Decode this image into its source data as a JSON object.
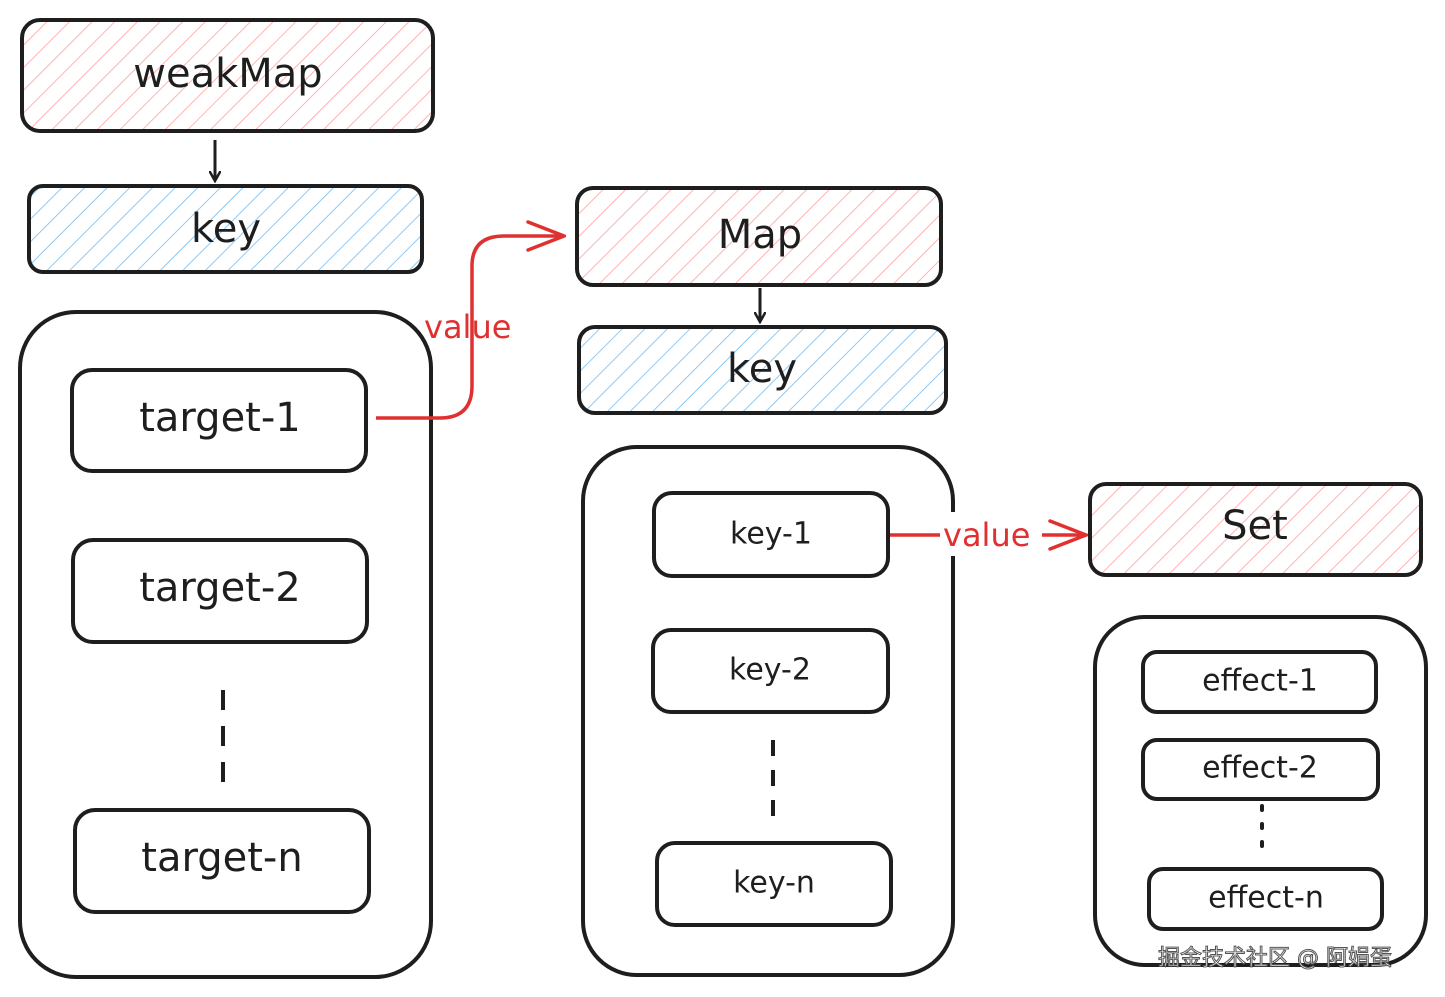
{
  "weakmap": {
    "title": "weakMap",
    "key_label": "key",
    "targets": [
      "target-1",
      "target-2",
      "target-n"
    ]
  },
  "map": {
    "title": "Map",
    "key_label": "key",
    "keys": [
      "key-1",
      "key-2",
      "key-n"
    ]
  },
  "set": {
    "title": "Set",
    "effects": [
      "effect-1",
      "effect-2",
      "effect-n"
    ]
  },
  "arrows": {
    "value_label_1": "value",
    "value_label_2": "value"
  },
  "colors": {
    "stroke": "#1e1e1e",
    "pink_hatch": "#ffc9c9",
    "blue_hatch": "#a5d8ff",
    "red_arrow": "#e03131"
  },
  "watermark": "掘金技术社区 @ 阿娟蛋"
}
